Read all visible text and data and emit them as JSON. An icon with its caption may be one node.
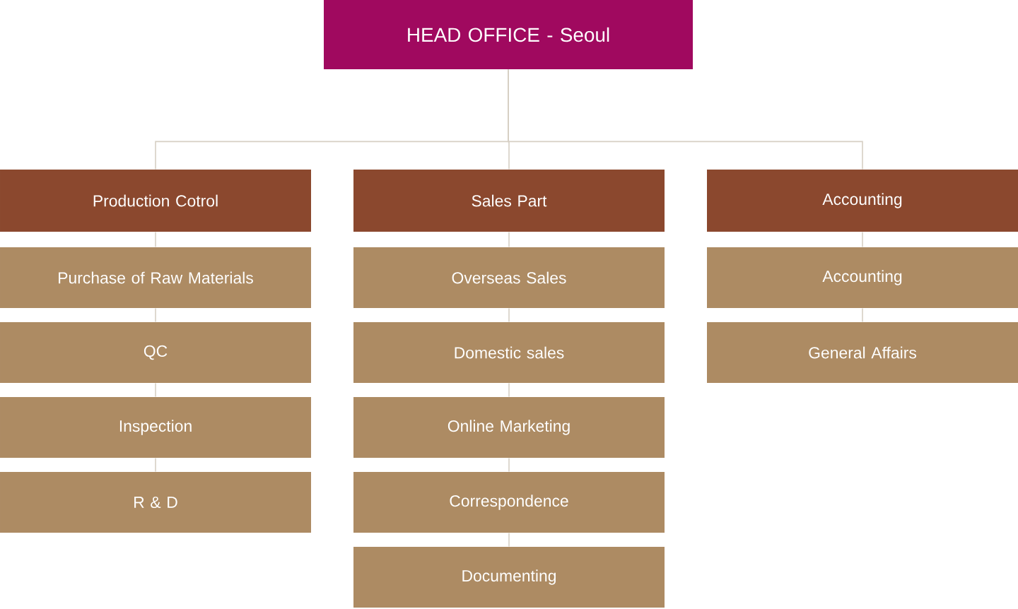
{
  "diagram": {
    "nodes": [
      {
        "text": [
          "HEAD OFFICE - Seoul"
        ]
      },
      {
        "text": [
          "Production Cotrol"
        ]
      },
      {
        "text": [
          "Purchase of  Raw Materials"
        ]
      },
      {
        "text": [
          "QC"
        ]
      },
      {
        "text": [
          "Inspection"
        ]
      },
      {
        "text": [
          "R & D"
        ]
      },
      {
        "text": [
          "Sales Part"
        ]
      },
      {
        "text": [
          "Overseas Sales"
        ]
      },
      {
        "text": [
          "Domestic sales"
        ]
      },
      {
        "text": [
          "Online Marketing"
        ]
      },
      {
        "text": [
          "Correspondence"
        ]
      },
      {
        "text": [
          "Documenting"
        ]
      },
      {
        "text": [
          "Accounting"
        ]
      },
      {
        "text": [
          "Accounting"
        ]
      },
      {
        "text": [
          "General Affairs"
        ]
      }
    ],
    "edges": [
      {
        "from": 0,
        "to": 1,
        "arrow": "none"
      },
      {
        "from": 0,
        "to": 6,
        "arrow": "none"
      },
      {
        "from": 0,
        "to": 12,
        "arrow": "none"
      },
      {
        "from": 1,
        "to": 2,
        "arrow": "none"
      },
      {
        "from": 2,
        "to": 3,
        "arrow": "none"
      },
      {
        "from": 3,
        "to": 4,
        "arrow": "none"
      },
      {
        "from": 4,
        "to": 5,
        "arrow": "none"
      },
      {
        "from": 6,
        "to": 7,
        "arrow": "none"
      },
      {
        "from": 7,
        "to": 8,
        "arrow": "none"
      },
      {
        "from": 8,
        "to": 9,
        "arrow": "none"
      },
      {
        "from": 9,
        "to": 10,
        "arrow": "none"
      },
      {
        "from": 10,
        "to": 11,
        "arrow": "none"
      },
      {
        "from": 12,
        "to": 13,
        "arrow": "none"
      },
      {
        "from": 13,
        "to": 14,
        "arrow": "none"
      }
    ]
  }
}
